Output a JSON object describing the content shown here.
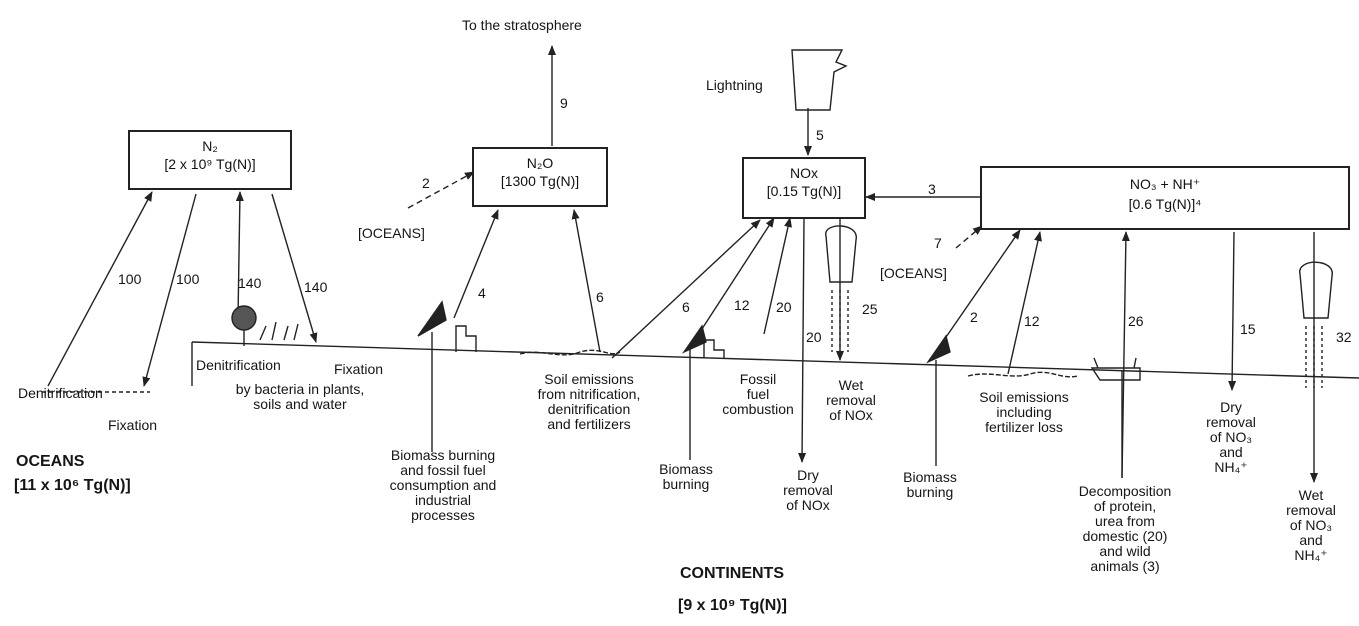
{
  "reservoirs": {
    "n2": {
      "name": "N₂",
      "amount": "[2 x 10⁹ Tg(N)]"
    },
    "n2o": {
      "name": "N₂O",
      "amount": "[1300 Tg(N)]"
    },
    "nox": {
      "name": "NOx",
      "amount": "[0.15 Tg(N)]"
    },
    "no3": {
      "name": "NO₃ + NH⁺",
      "amount": "[0.6 Tg(N)]⁴"
    }
  },
  "fluxes": {
    "n2_to_oceans_denit": "100",
    "n2_to_oceans_fix": "100",
    "n2_land_denit": "140",
    "n2_land_fix": "140",
    "oceans_to_n2o": "2",
    "n2o_to_strat": "9",
    "n2o_biomass": "4",
    "n2o_soil": "6",
    "nox_soil": "6",
    "nox_biomass": "12",
    "nox_fossil": "20",
    "nox_dry": "20",
    "nox_wet": "25",
    "lightning": "5",
    "no3_to_nox": "3",
    "oceans_to_no3": "7",
    "no3_biomass": "2",
    "no3_soil": "12",
    "no3_decomp": "26",
    "no3_dry": "15",
    "no3_wet": "32"
  },
  "labels": {
    "to_stratosphere": "To the stratosphere",
    "lightning": "Lightning",
    "oceans_bracket_left": "[OCEANS]",
    "oceans_bracket_right": "[OCEANS]",
    "denitrification_ocean": "Denitrification",
    "fixation_ocean": "Fixation",
    "denitrification_land": "Denitrification",
    "fixation_land": "Fixation",
    "by_bacteria": "by bacteria in plants,\nsoils and water",
    "biomass_fossil": "Biomass burning\nand fossil fuel\nconsumption and\nindustrial\nprocesses",
    "soil_emissions_n2o": "Soil emissions\nfrom nitrification,\ndenitrification\nand fertilizers",
    "fossil_fuel": "Fossil\nfuel\ncombustion",
    "biomass_burning_1": "Biomass\nburning",
    "dry_removal_nox": "Dry\nremoval\nof NOx",
    "wet_removal_nox": "Wet\nremoval\nof NOx",
    "biomass_burning_2": "Biomass\nburning",
    "soil_emissions_fert": "Soil emissions\nincluding\nfertilizer loss",
    "decomposition": "Decomposition\nof protein,\nurea from\ndomestic (20)\nand wild\nanimals (3)",
    "dry_removal_no3": "Dry\nremoval\nof NO₃\nand\nNH₄⁺",
    "wet_removal_no3": "Wet\nremoval\nof NO₃\nand\nNH₄⁺"
  },
  "oceans": {
    "title": "OCEANS",
    "amount": "[11 x 10⁶ Tg(N)]"
  },
  "continents": {
    "title": "CONTINENTS",
    "amount": "[9 x 10⁹ Tg(N)]"
  }
}
